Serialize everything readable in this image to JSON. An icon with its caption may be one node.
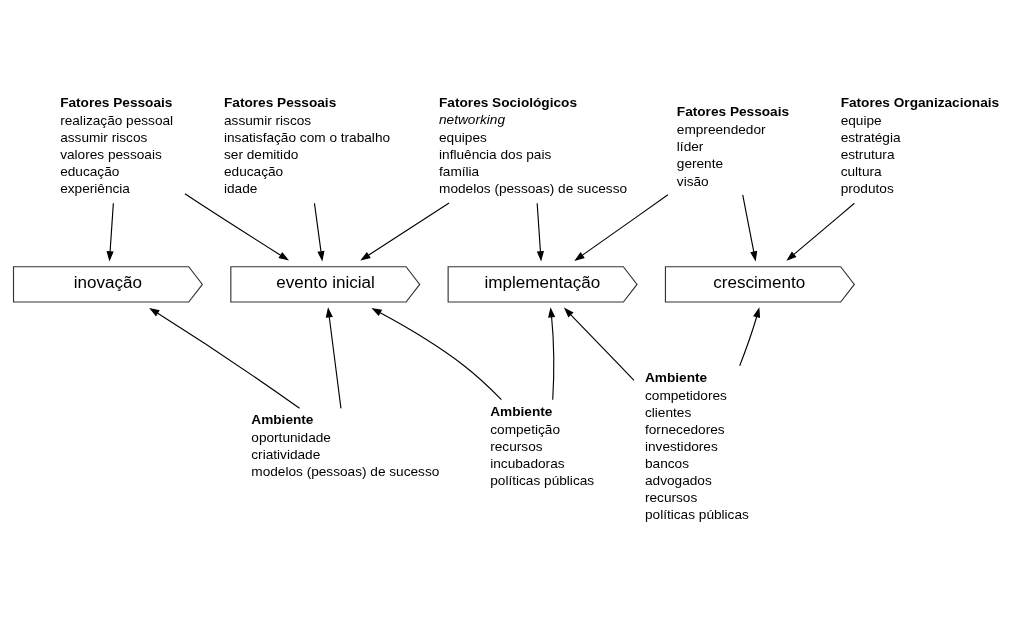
{
  "diagram": {
    "nodes": [
      {
        "text": [
          "Fatores Pessoais",
          "realização pessoal",
          "assumir riscos",
          "valores pessoais",
          "educação",
          "experiência"
        ]
      },
      {
        "text": [
          "Fatores Pessoais",
          "assumir riscos",
          "insatisfação com o trabalho",
          "ser demitido",
          "educação",
          "idade"
        ]
      },
      {
        "text": [
          "Fatores Sociológicos",
          "*networking*",
          "equipes",
          "influência dos pais",
          "família",
          "modelos (pessoas) de sucesso"
        ]
      },
      {
        "text": [
          "Fatores Pessoais",
          "empreendedor",
          "líder",
          "gerente",
          "visão"
        ]
      },
      {
        "text": [
          "Fatores Organizacionais",
          "equipe",
          "estratégia",
          "estrutura",
          "cultura",
          "produtos"
        ]
      },
      {
        "text": [
          "inovação"
        ]
      },
      {
        "text": [
          "evento inicial"
        ]
      },
      {
        "text": [
          "implementação"
        ]
      },
      {
        "text": [
          "crescimento"
        ]
      },
      {
        "text": [
          "Ambiente",
          "oportunidade",
          "criatividade",
          "modelos (pessoas) de sucesso"
        ]
      },
      {
        "text": [
          "Ambiente",
          "competição",
          "recursos",
          "incubadoras",
          "políticas públicas"
        ]
      },
      {
        "text": [
          "Ambiente",
          "competidores",
          "clientes",
          "fornecedores",
          "investidores",
          "bancos",
          "advogados",
          "recursos",
          "políticas públicas"
        ]
      }
    ],
    "edges": [
      {
        "from": 0,
        "to": 5,
        "arrow": "to"
      },
      {
        "from": 0,
        "to": 6,
        "arrow": "to"
      },
      {
        "from": 1,
        "to": 6,
        "arrow": "to"
      },
      {
        "from": 2,
        "to": 6,
        "arrow": "to"
      },
      {
        "from": 2,
        "to": 7,
        "arrow": "to"
      },
      {
        "from": 3,
        "to": 7,
        "arrow": "to"
      },
      {
        "from": 3,
        "to": 8,
        "arrow": "to"
      },
      {
        "from": 4,
        "to": 8,
        "arrow": "to"
      },
      {
        "from": 9,
        "to": 5,
        "arrow": "to"
      },
      {
        "from": 9,
        "to": 6,
        "arrow": "to"
      },
      {
        "from": 10,
        "to": 6,
        "arrow": "to"
      },
      {
        "from": 10,
        "to": 7,
        "arrow": "to"
      },
      {
        "from": 11,
        "to": 7,
        "arrow": "to"
      },
      {
        "from": 11,
        "to": 8,
        "arrow": "to"
      }
    ]
  }
}
